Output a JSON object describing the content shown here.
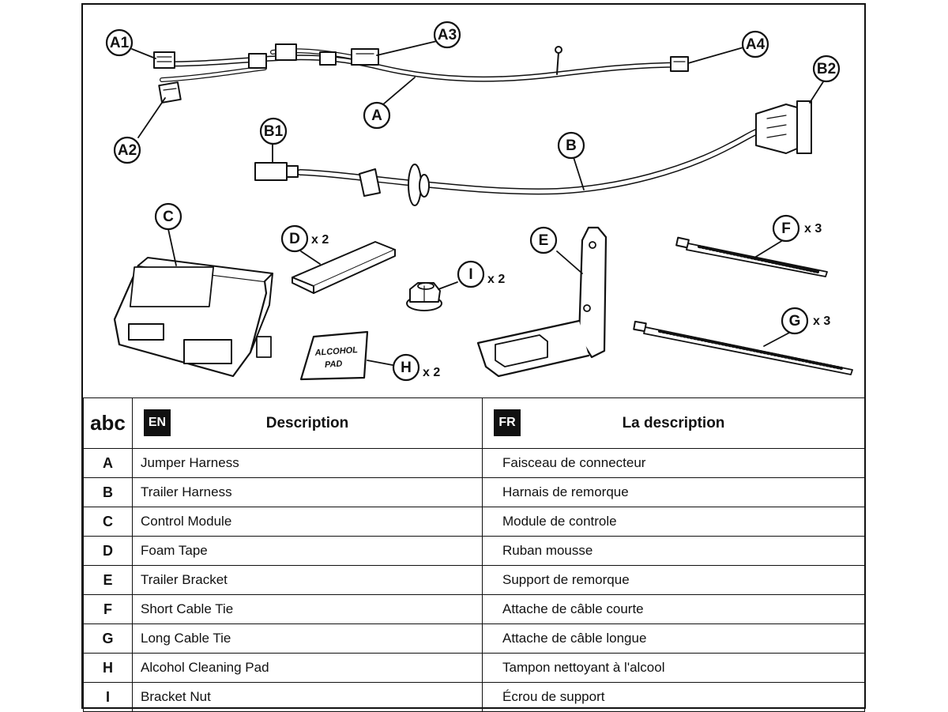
{
  "callouts": {
    "A": "A",
    "A1": "A1",
    "A2": "A2",
    "A3": "A3",
    "A4": "A4",
    "B": "B",
    "B1": "B1",
    "B2": "B2",
    "C": "C",
    "D": "D",
    "E": "E",
    "F": "F",
    "G": "G",
    "H": "H",
    "I": "I"
  },
  "quantities": {
    "D": "x 2",
    "I": "x 2",
    "F": "x 3",
    "G": "x 3",
    "H": "x 2"
  },
  "alcohol_pad_label": [
    "ALCOHOL",
    "PAD"
  ],
  "table": {
    "header": {
      "abc": "abc",
      "en_badge": "EN",
      "en_title": "Description",
      "fr_badge": "FR",
      "fr_title": "La description"
    },
    "rows": [
      {
        "code": "A",
        "en": "Jumper Harness",
        "fr": "Faisceau de connecteur"
      },
      {
        "code": "B",
        "en": "Trailer Harness",
        "fr": "Harnais de remorque"
      },
      {
        "code": "C",
        "en": "Control Module",
        "fr": "Module de controle"
      },
      {
        "code": "D",
        "en": "Foam Tape",
        "fr": "Ruban mousse"
      },
      {
        "code": "E",
        "en": "Trailer Bracket",
        "fr": "Support de remorque"
      },
      {
        "code": "F",
        "en": "Short Cable Tie",
        "fr": "Attache de câble courte"
      },
      {
        "code": "G",
        "en": "Long Cable Tie",
        "fr": "Attache de câble longue"
      },
      {
        "code": "H",
        "en": "Alcohol Cleaning Pad",
        "fr": "Tampon nettoyant à l'alcool"
      },
      {
        "code": "I",
        "en": "Bracket Nut",
        "fr": "Écrou de support"
      }
    ]
  }
}
